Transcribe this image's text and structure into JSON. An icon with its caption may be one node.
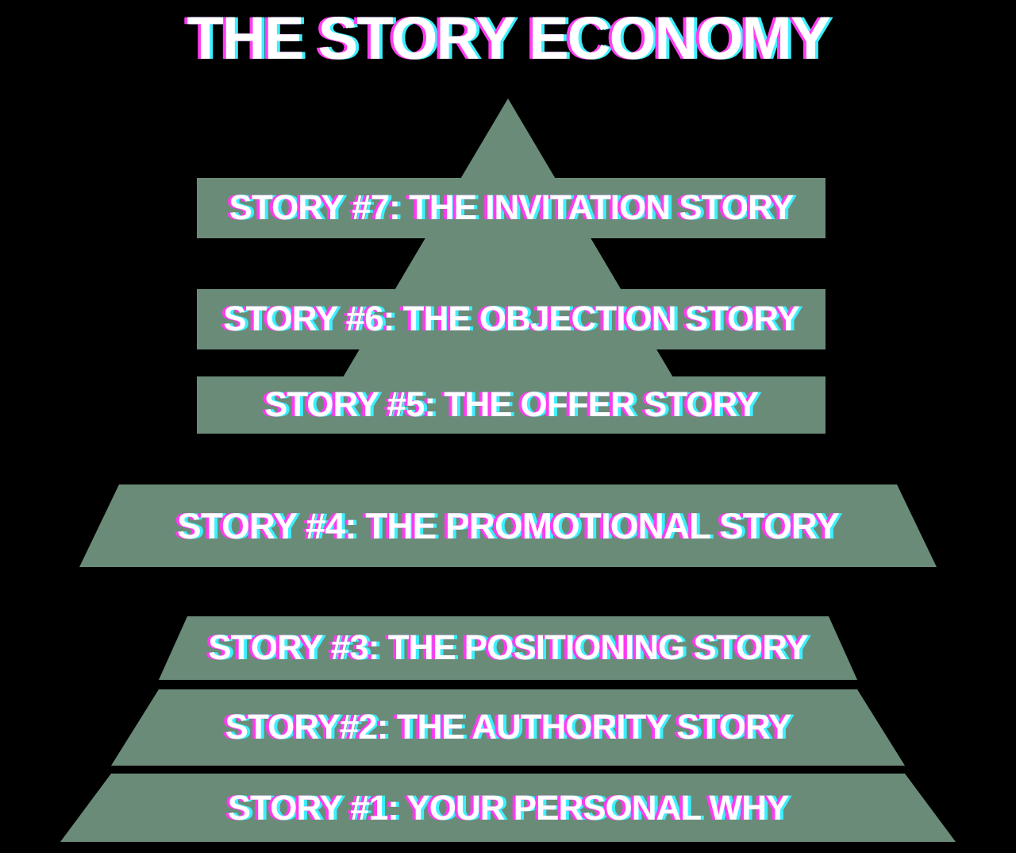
{
  "diagram": {
    "title": "THE STORY ECONOMY",
    "nodes": [
      {
        "text": [],
        "shape": "triangle"
      },
      {
        "text": [
          "STORY #7: THE INVITATION STORY"
        ]
      },
      {
        "text": [
          "STORY #6: THE OBJECTION STORY"
        ]
      },
      {
        "text": [
          "STORY #5: THE OFFER STORY"
        ]
      },
      {
        "text": [
          "STORY #4: THE PROMOTIONAL STORY"
        ]
      },
      {
        "text": [
          "STORY #3: THE POSITIONING STORY"
        ]
      },
      {
        "text": [
          "STORY#2: THE AUTHORITY STORY"
        ]
      },
      {
        "text": [
          "STORY #1: YOUR PERSONAL WHY"
        ]
      }
    ]
  }
}
